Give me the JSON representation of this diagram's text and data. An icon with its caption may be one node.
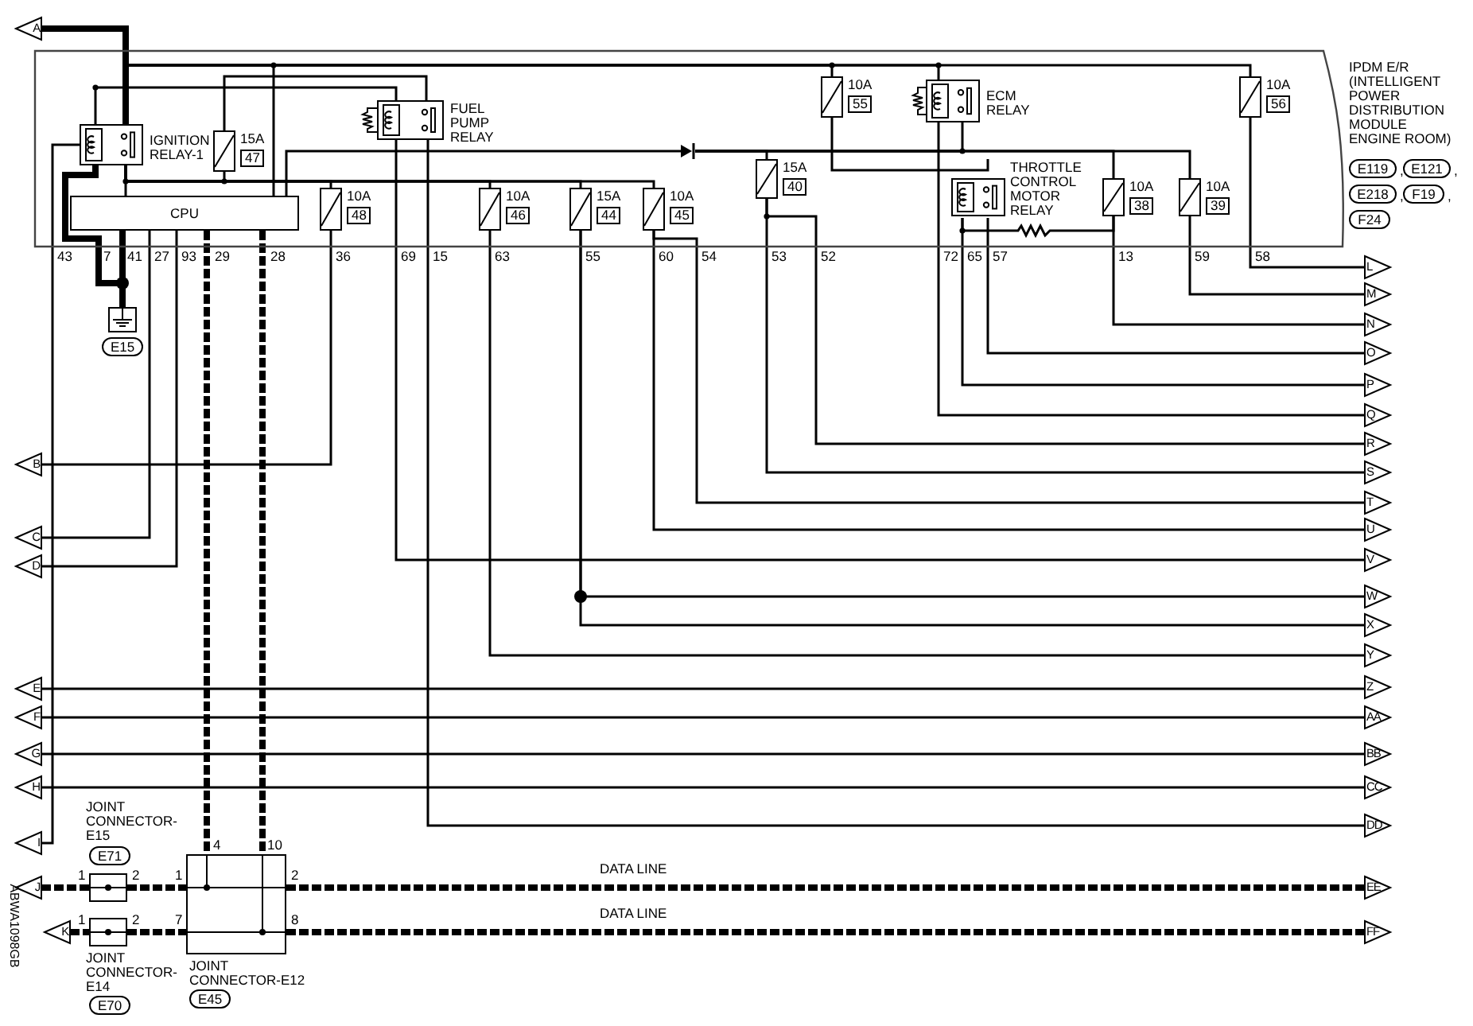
{
  "diagram": {
    "nodes": [
      {
        "text": [
          "IPDM E/R (INTELLIGENT POWER DISTRIBUTION MODULE ENGINE ROOM)"
        ]
      },
      {
        "text": [
          "IGNITION RELAY-1"
        ],
        "in": 0
      },
      {
        "text": [
          "15A",
          "47"
        ],
        "in": 0
      },
      {
        "text": [
          "FUEL PUMP RELAY"
        ],
        "in": 0
      },
      {
        "text": [
          "CPU"
        ],
        "in": 0
      },
      {
        "text": [
          "10A",
          "48"
        ],
        "in": 0
      },
      {
        "text": [
          "10A",
          "46"
        ],
        "in": 0
      },
      {
        "text": [
          "15A",
          "44"
        ],
        "in": 0
      },
      {
        "text": [
          "10A",
          "45"
        ],
        "in": 0
      },
      {
        "text": [
          "10A",
          "55"
        ],
        "in": 0
      },
      {
        "text": [
          "ECM RELAY"
        ],
        "in": 0
      },
      {
        "text": [
          "10A",
          "56"
        ],
        "in": 0
      },
      {
        "text": [
          "15A",
          "40"
        ],
        "in": 0
      },
      {
        "text": [
          "THROTTLE CONTROL MOTOR RELAY"
        ],
        "in": 0
      },
      {
        "text": [
          "10A",
          "38"
        ],
        "in": 0
      },
      {
        "text": [
          "10A",
          "39"
        ],
        "in": 0
      },
      {
        "text": [],
        "shape": "ground"
      },
      {
        "text": [
          "A"
        ]
      },
      {
        "text": [
          "B"
        ]
      },
      {
        "text": [
          "C"
        ]
      },
      {
        "text": [
          "D"
        ]
      },
      {
        "text": [
          "E"
        ]
      },
      {
        "text": [
          "F"
        ]
      },
      {
        "text": [
          "G"
        ]
      },
      {
        "text": [
          "H"
        ]
      },
      {
        "text": [
          "I"
        ]
      },
      {
        "text": [
          "J"
        ]
      },
      {
        "text": [
          "K"
        ]
      },
      {
        "text": [
          "L"
        ]
      },
      {
        "text": [
          "M"
        ]
      },
      {
        "text": [
          "N"
        ]
      },
      {
        "text": [
          "O"
        ]
      },
      {
        "text": [
          "P"
        ]
      },
      {
        "text": [
          "Q"
        ]
      },
      {
        "text": [
          "R"
        ]
      },
      {
        "text": [
          "S"
        ]
      },
      {
        "text": [
          "T"
        ]
      },
      {
        "text": [
          "U"
        ]
      },
      {
        "text": [
          "V"
        ]
      },
      {
        "text": [
          "W"
        ]
      },
      {
        "text": [
          "X"
        ]
      },
      {
        "text": [
          "Y"
        ]
      },
      {
        "text": [
          "Z"
        ]
      },
      {
        "text": [
          "AA"
        ]
      },
      {
        "text": [
          "BB"
        ]
      },
      {
        "text": [
          "CC"
        ]
      },
      {
        "text": [
          "DD"
        ]
      },
      {
        "text": [
          "EE"
        ]
      },
      {
        "text": [
          "FF"
        ]
      },
      {
        "text": [],
        "shape": "box"
      },
      {
        "text": [],
        "shape": "box",
        "beside": [
          "JOINT CONNECTOR-E12"
        ]
      },
      {
        "text": [],
        "shape": "box",
        "beside": [
          "JOINT CONNECTOR-E14"
        ]
      },
      {
        "text": [],
        "shape": "diode",
        "in": 0
      },
      {
        "text": [
          "E119"
        ]
      },
      {
        "text": [
          "E121"
        ]
      },
      {
        "text": [
          "E218"
        ]
      },
      {
        "text": [
          "F19"
        ]
      },
      {
        "text": [
          "F24"
        ]
      },
      {
        "text": [
          "E15"
        ]
      },
      {
        "text": [
          "E71"
        ]
      },
      {
        "text": [
          "E45"
        ]
      },
      {
        "text": [
          "E70"
        ]
      }
    ],
    "edges": [
      {
        "from": 17,
        "to": 1,
        "arrow": "none",
        "style": "thick"
      },
      {
        "from": 1,
        "to": 25,
        "arrow": "none",
        "label": "43"
      },
      {
        "from": 1,
        "to": 16,
        "arrow": "none",
        "label": "7",
        "style": "thick"
      },
      {
        "from": 4,
        "to": 16,
        "arrow": "none",
        "label": "41",
        "style": "thick"
      },
      {
        "from": 4,
        "to": 19,
        "arrow": "none",
        "label": "27"
      },
      {
        "from": 4,
        "to": 20,
        "arrow": "none",
        "label": "93"
      },
      {
        "from": 4,
        "to": 50,
        "arrow": "none",
        "label": "29",
        "style": "dashed"
      },
      {
        "from": 4,
        "to": 50,
        "arrow": "none",
        "label": "28",
        "style": "dashed"
      },
      {
        "from": 5,
        "to": 18,
        "arrow": "none",
        "label": "36"
      },
      {
        "from": 3,
        "to": 38,
        "arrow": "none",
        "label": "69"
      },
      {
        "from": 3,
        "to": 46,
        "arrow": "none",
        "label": "15"
      },
      {
        "from": 6,
        "to": 41,
        "arrow": "none",
        "label": "63"
      },
      {
        "from": 7,
        "to": 39,
        "arrow": "none",
        "label": "55"
      },
      {
        "from": 7,
        "to": 40,
        "arrow": "none"
      },
      {
        "from": 8,
        "to": 37,
        "arrow": "none",
        "label": "60"
      },
      {
        "from": 8,
        "to": 36,
        "arrow": "none",
        "label": "54"
      },
      {
        "from": 12,
        "to": 35,
        "arrow": "none",
        "label": "53"
      },
      {
        "from": 12,
        "to": 34,
        "arrow": "none",
        "label": "52"
      },
      {
        "from": 10,
        "to": 33,
        "arrow": "none",
        "label": "72"
      },
      {
        "from": 13,
        "to": 32,
        "arrow": "none",
        "label": "65"
      },
      {
        "from": 13,
        "to": 31,
        "arrow": "none",
        "label": "57"
      },
      {
        "from": 14,
        "to": 30,
        "arrow": "none",
        "label": "13"
      },
      {
        "from": 15,
        "to": 29,
        "arrow": "none",
        "label": "59"
      },
      {
        "from": 11,
        "to": 28,
        "arrow": "none",
        "label": "58"
      },
      {
        "from": 21,
        "to": 42,
        "arrow": "none"
      },
      {
        "from": 22,
        "to": 43,
        "arrow": "none"
      },
      {
        "from": 23,
        "to": 44,
        "arrow": "none"
      },
      {
        "from": 24,
        "to": 45,
        "arrow": "none"
      },
      {
        "from": 26,
        "to": 49,
        "arrow": "none",
        "style": "dashed"
      },
      {
        "from": 49,
        "to": 50,
        "arrow": "none",
        "style": "dashed"
      },
      {
        "from": 50,
        "to": 47,
        "arrow": "none",
        "label": "DATA LINE",
        "style": "dashed"
      },
      {
        "from": 27,
        "to": 51,
        "arrow": "none",
        "style": "dashed"
      },
      {
        "from": 51,
        "to": 50,
        "arrow": "none",
        "style": "dashed"
      },
      {
        "from": 50,
        "to": 48,
        "arrow": "none",
        "label": "DATA LINE",
        "style": "dashed"
      },
      {
        "from": 1,
        "to": 11,
        "arrow": "none"
      },
      {
        "from": 1,
        "to": 9,
        "arrow": "none"
      },
      {
        "from": 1,
        "to": 10,
        "arrow": "none"
      },
      {
        "from": 1,
        "to": 4,
        "arrow": "none"
      },
      {
        "from": 1,
        "to": 3,
        "arrow": "none"
      },
      {
        "from": 2,
        "to": 3,
        "arrow": "none"
      },
      {
        "from": 1,
        "to": 4,
        "arrow": "none"
      },
      {
        "from": 1,
        "to": 2,
        "arrow": "none"
      },
      {
        "from": 1,
        "to": 5,
        "arrow": "none"
      },
      {
        "from": 1,
        "to": 6,
        "arrow": "none"
      },
      {
        "from": 1,
        "to": 7,
        "arrow": "none"
      },
      {
        "from": 1,
        "to": 8,
        "arrow": "none"
      },
      {
        "from": 4,
        "to": 52,
        "arrow": "none"
      },
      {
        "from": 52,
        "to": 12,
        "arrow": "none"
      },
      {
        "from": 52,
        "to": 10,
        "arrow": "none"
      },
      {
        "from": 52,
        "to": 14,
        "arrow": "none"
      },
      {
        "from": 52,
        "to": 15,
        "arrow": "none"
      },
      {
        "from": 9,
        "to": 13,
        "arrow": "none"
      },
      {
        "from": 13,
        "to": 14,
        "arrow": "none"
      }
    ],
    "labels": [
      ",",
      ",",
      ",",
      ",",
      "4",
      "10",
      "1",
      "2",
      "1",
      "2",
      "1",
      "2",
      "7",
      "8",
      "ABWA1098GB",
      "JOINT CONNECTOR-E15"
    ]
  }
}
